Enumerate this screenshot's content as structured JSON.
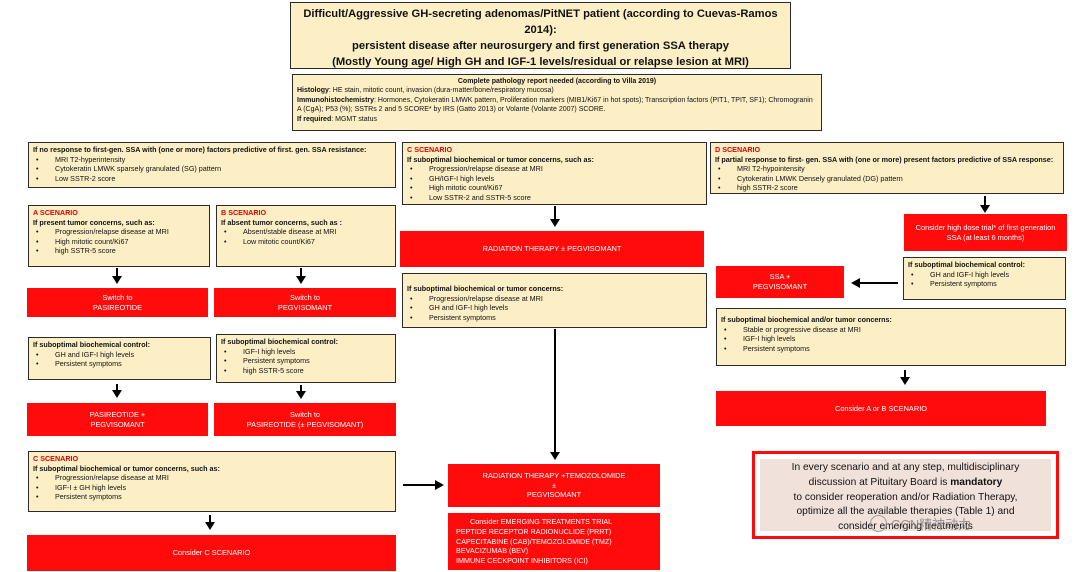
{
  "header": {
    "line1": "Difficult/Aggressive GH-secreting adenomas/PitNET patient (according to Cuevas-Ramos 2014):",
    "line2": "persistent disease after neurosurgery and first generation SSA therapy",
    "line3": "(Mostly Young age/ High GH and IGF-1 levels/residual or relapse lesion at MRI)"
  },
  "pathology": {
    "title": "Complete pathology report needed (according to Villa 2019)",
    "histology_label": "Histology",
    "histology_text": ": HE stain, mitotic count, invasion (dura-matter/bone/respiratory mucosa)",
    "immuno_label": "Immunohistochemistry",
    "immuno_text": ": Hormones, Cytokeratin LMWK pattern, Proliferation markers (MIB1/Ki67 in hot spots); Transcription factors (PIT1, TPIT, SF1); Chromogranin A (CgA); P53 (%); SSTRs 2 and 5 SCORE* by IRS (Gatto 2013) or Volante (Volante 2007) SCORE.",
    "required_label": "If required",
    "required_text": ": MGMT status"
  },
  "no_response": {
    "title": "If no response to first-gen. SSA with (one or more) factors predictive of first. gen. SSA resistance:",
    "items": [
      "MRI T2-hyperintensity",
      "Cytokeratin LMWK sparsely granulated (SG) pattern",
      "Low SSTR-2 score"
    ]
  },
  "scenario_a": {
    "label": "A SCENARIO",
    "title": "If present tumor concerns, such as:",
    "items": [
      "Progression/relapse disease at MRI",
      "High mitotic count/Ki67",
      "high SSTR-5 score"
    ]
  },
  "scenario_b": {
    "label": "B SCENARIO",
    "title": "If absent tumor concerns, such as :",
    "items": [
      "Absent/stable disease at MRI",
      "Low mitotic count/Ki67"
    ]
  },
  "switch_pasireotide": {
    "line1": "Switch to",
    "line2": "PASIREOTIDE"
  },
  "switch_pegvisomant": {
    "line1": "Switch to",
    "line2": "PEGVISOMANT"
  },
  "a_suboptimal": {
    "title": "If suboptimal biochemical control:",
    "items": [
      "GH and IGF-I high levels",
      "Persistent symptoms"
    ]
  },
  "b_suboptimal": {
    "title": "If suboptimal biochemical control:",
    "items": [
      "IGF-I high levels",
      "Persistent symptoms",
      "high SSTR-5 score"
    ]
  },
  "pasi_peg": {
    "line1": "PASIREOTIDE +",
    "line2": "PEGVISOMANT"
  },
  "switch_pasi_peg": {
    "line1": "Switch to",
    "line2": "PASIREOTIDE (± PEGVISOMANT)"
  },
  "c_left": {
    "label": "C SCENARIO",
    "title": "If suboptimal biochemical or tumor concerns, such as:",
    "items": [
      "Progression/relapse disease at MRI",
      "IGF-I ± GH high levels",
      "Persistent symptoms"
    ]
  },
  "consider_c": "Consider C SCENARIO",
  "c_center": {
    "label": "C SCENARIO",
    "title": "If suboptimal biochemical or tumor concerns, such as:",
    "items": [
      "Progression/relapse disease at MRI",
      "GH/IGF-I high levels",
      "High mitotic count/Ki67",
      "Low SSTR-2 and SSTR-5 score"
    ]
  },
  "radiation_peg": "RADIATION THERAPY ± PEGVISOMANT",
  "c_center_sub": {
    "title": "If suboptimal biochemical or tumor concerns:",
    "items": [
      "Progression/relapse disease at MRI",
      "GH and IGF-I high levels",
      "Persistent symptoms"
    ]
  },
  "radiation_tmz": {
    "line1": "RADIATION THERAPY +TEMOZOLOMIDE",
    "line2": "±",
    "line3": "PEGVISOMANT"
  },
  "emerging": {
    "title": "Consider  EMERGING TREATMENTS TRIAL",
    "items": [
      "PEPTIDE RECEPTOR RADIONUCLIDE (PRRT)",
      "CAPECITABINE (CAB)/TEMOZOLOMIDE (TMZ)",
      "BEVACIZUMAB (BEV)",
      "IMMUNE CECKPOINT INHIBITORS (ICI)"
    ]
  },
  "d_scenario": {
    "label": "D SCENARIO",
    "title": "If partial response to first- gen. SSA with (one or more)  present factors predictive of SSA response:",
    "items": [
      "MRI T2-hypointensity",
      "Cytokeratin LMWK Densely granulated (DG) pattern",
      "high SSTR-2 score"
    ]
  },
  "high_dose": {
    "line1": "Consider high dose trial* of first generation",
    "line2": "SSA (at least 6 months)"
  },
  "ssa_peg": {
    "line1": "SSA +",
    "line2": "PEGVISOMANT"
  },
  "d_suboptimal": {
    "title": "If suboptimal biochemical control:",
    "items": [
      "GH and IGF-I high levels",
      "Persistent symptoms"
    ]
  },
  "d_concerns": {
    "title": "If suboptimal biochemical and/or tumor concerns:",
    "items": [
      "Stable or progressive disease at MRI",
      "IGF-I high levels",
      "Persistent symptoms"
    ]
  },
  "consider_ab": "Consider A or B SCENARIO",
  "note": {
    "line1": "In every scenario and at any step, multidisciplinary",
    "line2_pre": "discussion at Pituitary Board is ",
    "line2_bold": "mandatory",
    "line3": "to consider reoperation and/or Radiation Therapy,",
    "line4": "optimize all the available therapies (Table 1) and",
    "line5": "consider emerging treatments"
  },
  "watermark": "CCN精神动力",
  "colors": {
    "red": "#ff0b0b",
    "box": "#fcefc6",
    "note_bg": "#f1e1db"
  }
}
